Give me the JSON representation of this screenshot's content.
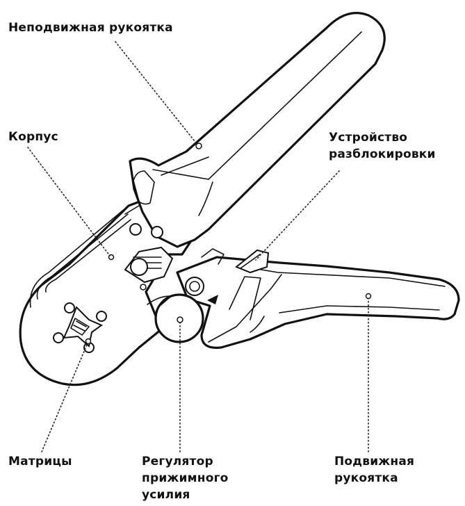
{
  "labels": {
    "fixed_handle": "Неподвижная рукоятка",
    "body": "Корпус",
    "unlock_line1": "Устройство",
    "unlock_line2": "разблокировки",
    "dies": "Матрицы",
    "regulator_line1": "Регулятор",
    "regulator_line2": "прижимного",
    "regulator_line3": "усилия",
    "movable_line1": "Подвижная",
    "movable_line2": "рукоятка"
  },
  "colors": {
    "line": "#111111",
    "background": "#ffffff"
  }
}
